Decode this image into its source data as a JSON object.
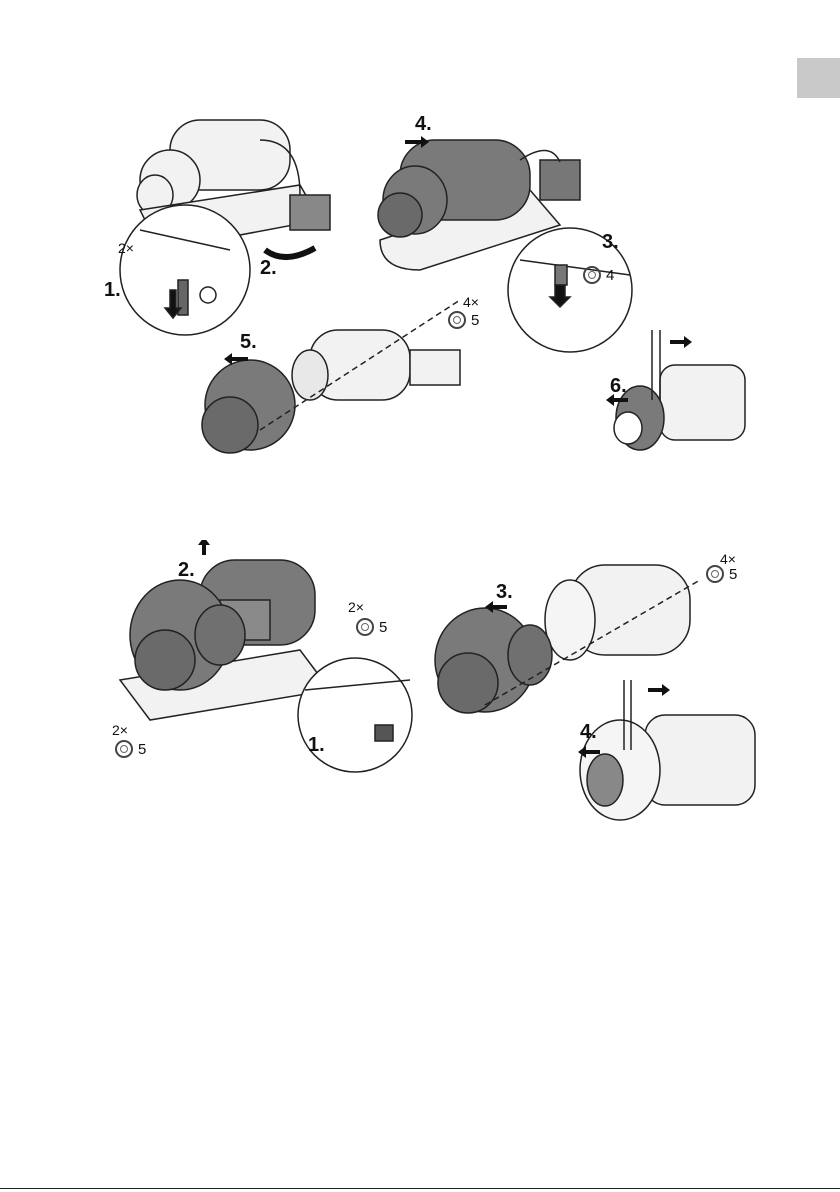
{
  "page": {
    "section_tab_color": "#c9c9c9"
  },
  "figure_top": {
    "steps": [
      "1.",
      "2.",
      "3.",
      "4.",
      "5.",
      "6."
    ],
    "quantities": {
      "a": "2×",
      "b": "4×"
    },
    "parts": {
      "a": "4",
      "b": "5"
    }
  },
  "figure_bottom": {
    "steps": [
      "1.",
      "2.",
      "3.",
      "4."
    ],
    "quantities": {
      "a": "2×",
      "b": "2×",
      "c": "4×"
    },
    "parts": {
      "a": "5",
      "b": "5",
      "c": "5"
    }
  },
  "colors": {
    "housing_dark": "#7a7a7a",
    "housing_light": "#f2f2f2",
    "outline": "#222222",
    "arrow": "#111111"
  }
}
